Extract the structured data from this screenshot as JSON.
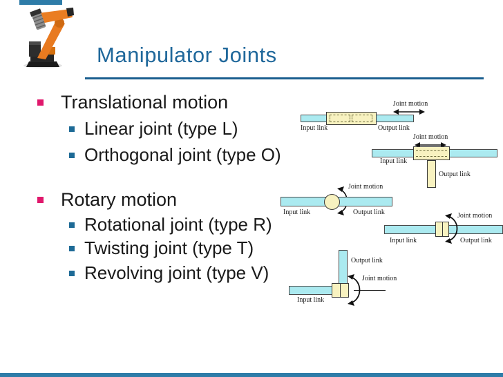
{
  "slide": {
    "title": "Manipulator Joints",
    "bullets": {
      "group1": {
        "title": "Translational motion",
        "items": [
          "Linear joint (type L)",
          "Orthogonal joint (type O)"
        ]
      },
      "group2": {
        "title": "Rotary motion",
        "items": [
          "Rotational joint (type R)",
          "Twisting joint (type T)",
          "Revolving joint (type V)"
        ]
      }
    },
    "diagrams": [
      {
        "id": "linear-joint-type-L",
        "joint_motion": "Joint motion",
        "input_link": "Input link",
        "output_link": "Output link"
      },
      {
        "id": "orthogonal-joint-type-O",
        "joint_motion": "Joint motion",
        "input_link": "Input link",
        "output_link": "Output link"
      },
      {
        "id": "rotational-joint-type-R",
        "joint_motion": "Joint motion",
        "input_link": "Input link",
        "output_link": "Output link"
      },
      {
        "id": "twisting-joint-type-T",
        "joint_motion": "Joint motion",
        "input_link": "Input link",
        "output_link": "Output link"
      },
      {
        "id": "revolving-joint-type-V",
        "joint_motion": "Joint motion",
        "input_link": "Input link",
        "output_link": "Output link"
      }
    ],
    "colors": {
      "title_text": "#20689B",
      "title_rule": "#1A5E8F",
      "bullet_level1": "#E0186C",
      "bullet_level2": "#1D6A96",
      "body_text": "#1A1A1A",
      "link_fill": "#ABEAF0",
      "joint_fill": "#F8F2C0",
      "accent_bar": "#2E7CA8",
      "robot_orange": "#E87A20"
    }
  }
}
